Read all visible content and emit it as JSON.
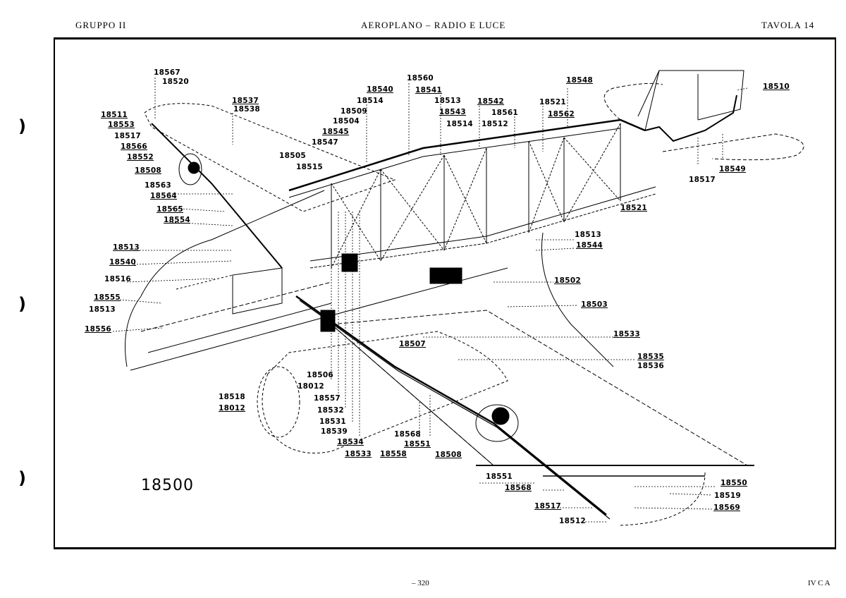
{
  "header": {
    "left": "GRUPPO II",
    "center": "AEROPLANO – RADIO E LUCE",
    "right": "TAVOLA 14"
  },
  "footer": {
    "page": "– 320",
    "right": "IV C A"
  },
  "punch_marks": [
    ")",
    ")",
    ")"
  ],
  "assembly_number": "18500",
  "part_labels": {
    "l18567": "18567",
    "l18520": "18520",
    "l18511": "18511",
    "l18553": "18553",
    "l18517a": "18517",
    "l18566": "18566",
    "l18552": "18552",
    "l18508a": "18508",
    "l18563": "18563",
    "l18564": "18564",
    "l18565": "18565",
    "l18554": "18554",
    "l18537": "18537",
    "l18538": "18538",
    "l18505": "18505",
    "l18515": "18515",
    "l18547": "18547",
    "l18545": "18545",
    "l18504": "18504",
    "l18509": "18509",
    "l18514a": "18514",
    "l18540a": "18540",
    "l18560": "18560",
    "l18541": "18541",
    "l18513a": "18513",
    "l18543": "18543",
    "l18514b": "18514",
    "l18542": "18542",
    "l18561": "18561",
    "l18512a": "18512",
    "l18521a": "18521",
    "l18562": "18562",
    "l18548": "18548",
    "l18510": "18510",
    "l18549": "18549",
    "l18517b": "18517",
    "l18521b": "18521",
    "l18513b": "18513",
    "l18544": "18544",
    "l18502": "18502",
    "l18503": "18503",
    "l18533a": "18533",
    "l18535": "18535",
    "l18536": "18536",
    "l18513c": "18513",
    "l18540b": "18540",
    "l18516": "18516",
    "l18555": "18555",
    "l18513d": "18513",
    "l18556": "18556",
    "l18507": "18507",
    "l18506": "18506",
    "l18012a": "18012",
    "l18518": "18518",
    "l18012b": "18012",
    "l18557": "18557",
    "l18532": "18532",
    "l18531": "18531",
    "l18539": "18539",
    "l18534": "18534",
    "l18533b": "18533",
    "l18558": "18558",
    "l18568a": "18568",
    "l18551a": "18551",
    "l18508b": "18508",
    "l18551b": "18551",
    "l18568b": "18568",
    "l18517c": "18517",
    "l18512b": "18512",
    "l18550": "18550",
    "l18519": "18519",
    "l18569": "18569"
  }
}
